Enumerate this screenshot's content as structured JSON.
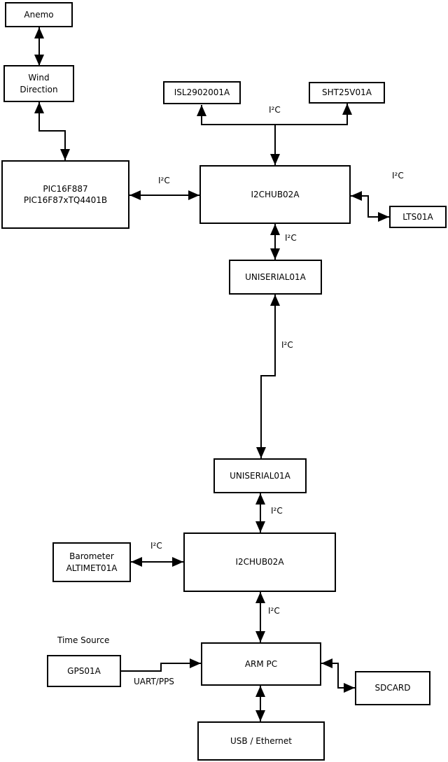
{
  "diagram": {
    "nodes": {
      "anemo": {
        "label": "Anemo"
      },
      "wind_direction": {
        "line1": "Wind",
        "line2": "Direction"
      },
      "pic": {
        "line1": "PIC16F887",
        "line2": "PIC16F87xTQ4401B"
      },
      "isl": {
        "label": "ISL2902001A"
      },
      "sht": {
        "label": "SHT25V01A"
      },
      "i2chub_top": {
        "label": "I2CHUB02A"
      },
      "lts": {
        "label": "LTS01A"
      },
      "uniserial_top": {
        "label": "UNISERIAL01A"
      },
      "uniserial_bottom": {
        "label": "UNISERIAL01A"
      },
      "i2chub_bottom": {
        "label": "I2CHUB02A"
      },
      "barometer": {
        "line1": "Barometer",
        "line2": "ALTIMET01A"
      },
      "arm_pc": {
        "label": "ARM PC"
      },
      "gps": {
        "label": "GPS01A"
      },
      "sdcard": {
        "label": "SDCARD"
      },
      "usb_ethernet": {
        "label": "USB / Ethernet"
      }
    },
    "edge_labels": {
      "i2c": "I²C",
      "uart_pps": "UART/PPS",
      "time_source": "Time Source"
    },
    "colors": {
      "background": "#ffffff",
      "line": "#000000",
      "text": "#000000"
    }
  }
}
